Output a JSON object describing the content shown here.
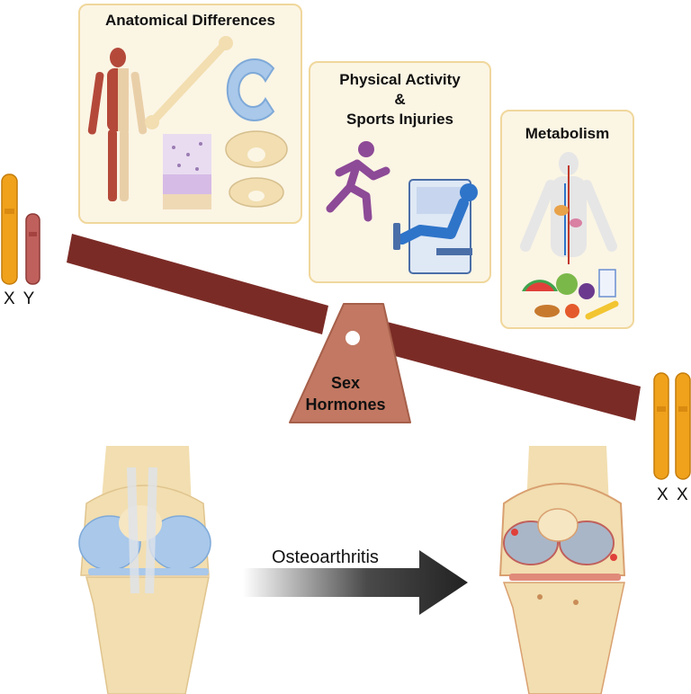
{
  "panels": {
    "anatomical": {
      "title": "Anatomical Differences"
    },
    "activity": {
      "title_line1": "Physical Activity",
      "title_line2": "&",
      "title_line3": "Sports Injuries"
    },
    "metabolism": {
      "title": "Metabolism"
    }
  },
  "chromosomes": {
    "male_label": "X Y",
    "female_label": "X X"
  },
  "fulcrum": {
    "line1": "Sex",
    "line2": "Hormones"
  },
  "arrow": {
    "label": "Osteoarthritis"
  },
  "colors": {
    "beam": "#7b2b26",
    "fulcrum": "#c27862",
    "panel_bg": "#fbf5e4",
    "panel_border": "#f0d79c",
    "chromosome_x": "#f0a21c",
    "chromosome_y": "#c0605c",
    "figure_purple": "#8d4a97",
    "machine_blue": "#2e74c9",
    "cartilage_blue": "#a9c8ea",
    "bone": "#f2deb0"
  }
}
